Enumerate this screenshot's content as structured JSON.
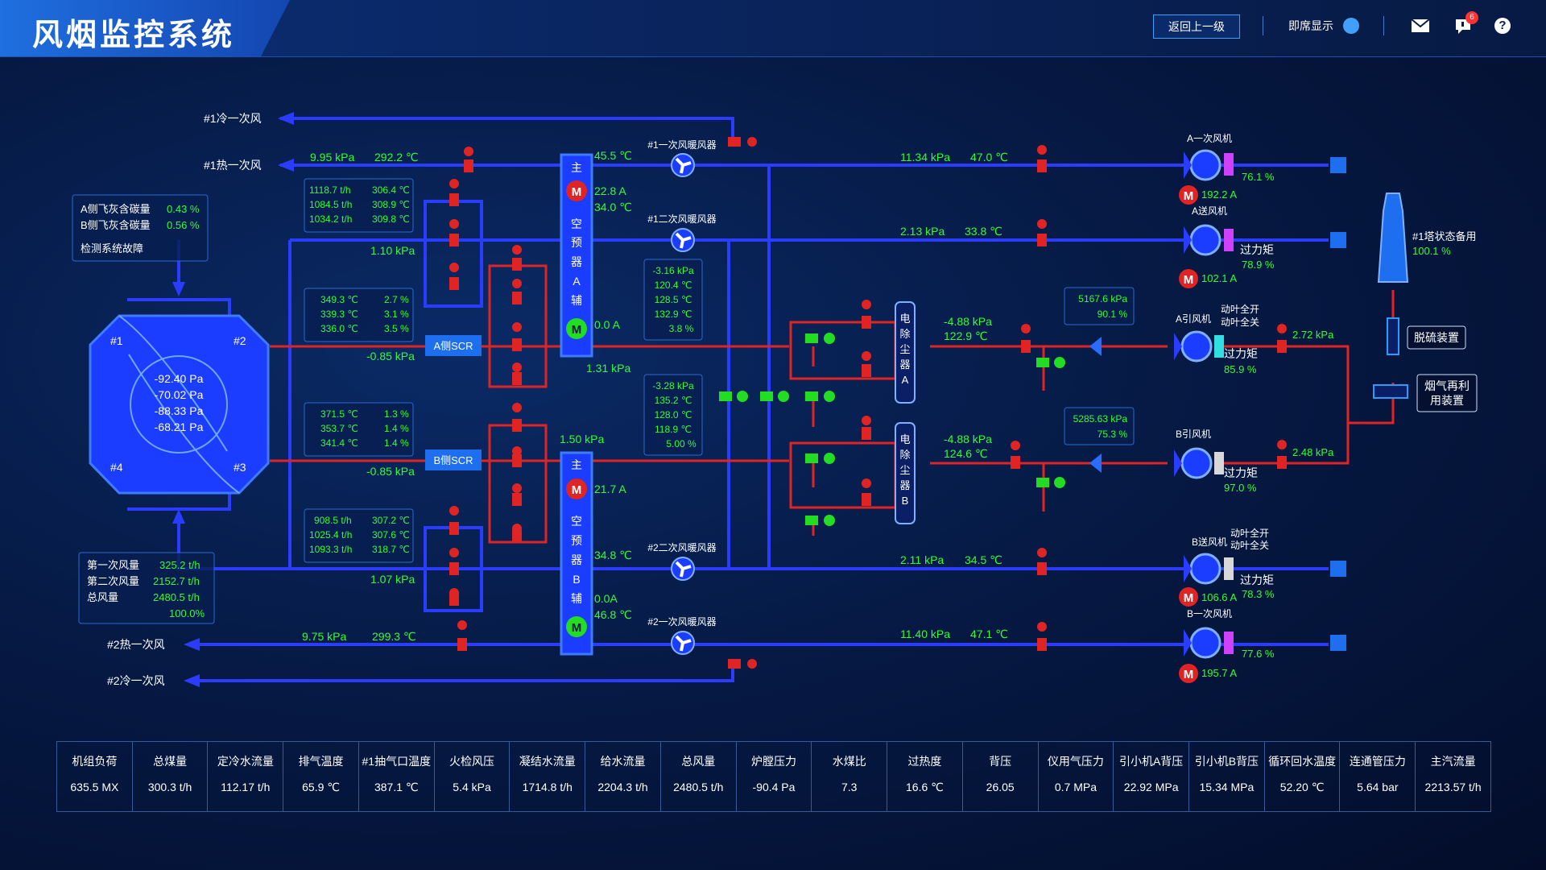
{
  "header": {
    "title": "风烟监控系统",
    "back_button": "返回上一级",
    "seat_display": "即席显示",
    "notification_count": "6",
    "help": "?"
  },
  "colors": {
    "blue_pipe": "#2a3cff",
    "red_pipe": "#e02424",
    "value_green": "#32ff32",
    "valve_red": "#e02424",
    "valve_green": "#22dd22"
  },
  "left_labels": {
    "cold1": "#1冷一次风",
    "hot1": "#1热一次风",
    "hot2": "#2热一次风",
    "cold2": "#2冷一次风"
  },
  "flyash": {
    "a_label": "A侧飞灰含碳量",
    "a_value": "0.43 %",
    "b_label": "B侧飞灰含碳量",
    "b_value": "0.56 %",
    "fault": "检测系统故障"
  },
  "boiler": {
    "corner1": "#1",
    "corner2": "#2",
    "corner3": "#3",
    "corner4": "#4",
    "p1": "-92.40 Pa",
    "p2": "-70.02 Pa",
    "p3": "-88.33 Pa",
    "p4": "-68.21 Pa"
  },
  "airflow": {
    "l1": "第一次风量",
    "v1": "325.2  t/h",
    "l2": "第二次风量",
    "v2": "2152.7  t/h",
    "l3": "总风量",
    "v3": "2480.5  t/h",
    "v4": "100.0%"
  },
  "hot1": {
    "p": "9.95 kPa",
    "t": "292.2 ℃"
  },
  "hot2": {
    "p": "9.75 kPa",
    "t": "299.3 ℃"
  },
  "box_a1": {
    "r1a": "1118.7 t/h",
    "r1b": "306.4 ℃",
    "r2a": "1084.5 t/h",
    "r2b": "308.9 ℃",
    "r3a": "1034.2 t/h",
    "r3b": "309.8 ℃"
  },
  "box_a2": {
    "r1a": "349.3 ℃",
    "r1b": "2.7 %",
    "r2a": "339.3 ℃",
    "r2b": "3.1 %",
    "r3a": "336.0 ℃",
    "r3b": "3.5 %"
  },
  "box_b2": {
    "r1a": "371.5 ℃",
    "r1b": "1.3 %",
    "r2a": "353.7 ℃",
    "r2b": "1.4 %",
    "r3a": "341.4 ℃",
    "r3b": "1.4 %"
  },
  "box_b1": {
    "r1a": "908.5 t/h",
    "r1b": "307.2 ℃",
    "r2a": "1025.4 t/h",
    "r2b": "307.6 ℃",
    "r3a": "1093.3 t/h",
    "r3b": "318.7 ℃"
  },
  "scr": {
    "a": "A侧SCR",
    "b": "B侧SCR",
    "a_dp": "-0.85 kPa",
    "b_dp": "-0.85 kPa",
    "a_sec": "1.10 kPa",
    "b_sec": "1.07 kPa"
  },
  "preheater_a": {
    "c1": "主",
    "c2": "空",
    "c3": "预",
    "c4": "器",
    "c5": "A",
    "c6": "辅",
    "t_top": "45.5 ℃",
    "cur": "22.8 A",
    "t2": "34.0 ℃",
    "aux": "0.0 A",
    "p_bottom": "1.31 kPa"
  },
  "preheater_b": {
    "c1": "主",
    "c2": "空",
    "c3": "预",
    "c4": "器",
    "c5": "B",
    "c6": "辅",
    "p_top": "1.50 kPa",
    "cur": "21.7 A",
    "t2": "34.8 ℃",
    "aux": "0.0A",
    "t3": "46.8 ℃"
  },
  "heaters": {
    "h1": "#1一次风暖风器",
    "h2": "#1二次风暖风器",
    "h3": "#2二次风暖风器",
    "h4": "#2一次风暖风器"
  },
  "box_ha": {
    "r1": "-3.16 kPa",
    "r2": "120.4 ℃",
    "r3": "128.5 ℃",
    "r4": "132.9 ℃",
    "r5": "3.8 %"
  },
  "box_hb": {
    "r1": "-3.28 kPa",
    "r2": "135.2 ℃",
    "r3": "128.0 ℃",
    "r4": "118.9 ℃",
    "r5": "5.00 %"
  },
  "lines": {
    "l1p": "11.34 kPa",
    "l1t": "47.0 ℃",
    "l2p": "2.13 kPa",
    "l2t": "33.8 ℃",
    "l3p": "2.11 kPa",
    "l3t": "34.5 ℃",
    "l4p": "11.40 kPa",
    "l4t": "47.1 ℃"
  },
  "esp": {
    "a": [
      "电",
      "除",
      "尘",
      "器",
      "A"
    ],
    "b": [
      "电",
      "除",
      "尘",
      "器",
      "B"
    ],
    "a_p": "-4.88 kPa",
    "a_t": "122.9 ℃",
    "b_p": "-4.88 kPa",
    "b_t": "124.6 ℃"
  },
  "box_ea": {
    "r1": "5167.6 kPa",
    "r2": "90.1 %"
  },
  "box_eb": {
    "r1": "5285.63 kPa",
    "r2": "75.3 %"
  },
  "fans": {
    "a_primary": "A一次风机",
    "a_primary_pct": "76.1 %",
    "a_primary_cur": "192.2 A",
    "a_fd": "A送风机",
    "a_fd_state": "过力矩",
    "a_fd_pct": "78.9 %",
    "a_fd_cur": "102.1 A",
    "a_id": "A引风机",
    "a_id_open": "动叶全开",
    "a_id_close": "动叶全关",
    "a_id_state": "过力矩",
    "a_id_pct": "85.9 %",
    "a_id_p": "2.72 kPa",
    "b_id": "B引风机",
    "b_id_state": "过力矩",
    "b_id_pct": "97.0 %",
    "b_id_p": "2.48 kPa",
    "b_fd": "B送风机",
    "b_fd_open": "动叶全开",
    "b_fd_close": "动叶全关",
    "b_fd_state": "过力矩",
    "b_fd_pct": "78.3 %",
    "b_fd_cur": "106.6 A",
    "b_primary": "B一次风机",
    "b_primary_pct": "77.6 %",
    "b_primary_cur": "195.7 A"
  },
  "tower": {
    "label": "#1塔状态备用",
    "pct": "100.1 %",
    "desulf": "脱硫装置",
    "reuse1": "烟气再利",
    "reuse2": "用装置"
  },
  "motor": "M",
  "table": {
    "headers": [
      "机组负荷",
      "总煤量",
      "定冷水流量",
      "排气温度",
      "#1抽气口温度",
      "火检风压",
      "凝结水流量",
      "给水流量",
      "总风量",
      "炉膛压力",
      "水煤比",
      "过热度",
      "背压",
      "仪用气压力",
      "引小机A背压",
      "引小机B背压",
      "循环回水温度",
      "连通管压力",
      "主汽流量"
    ],
    "values": [
      "635.5 MX",
      "300.3 t/h",
      "112.17 t/h",
      "65.9  ℃",
      "387.1  ℃",
      "5.4 kPa",
      "1714.8 t/h",
      "2204.3 t/h",
      "2480.5 t/h",
      "-90.4 Pa",
      "7.3",
      "16.6  ℃",
      "26.05",
      "0.7 MPa",
      "22.92 MPa",
      "15.34 MPa",
      "52.20  ℃",
      "5.64 bar",
      "2213.57 t/h"
    ]
  }
}
